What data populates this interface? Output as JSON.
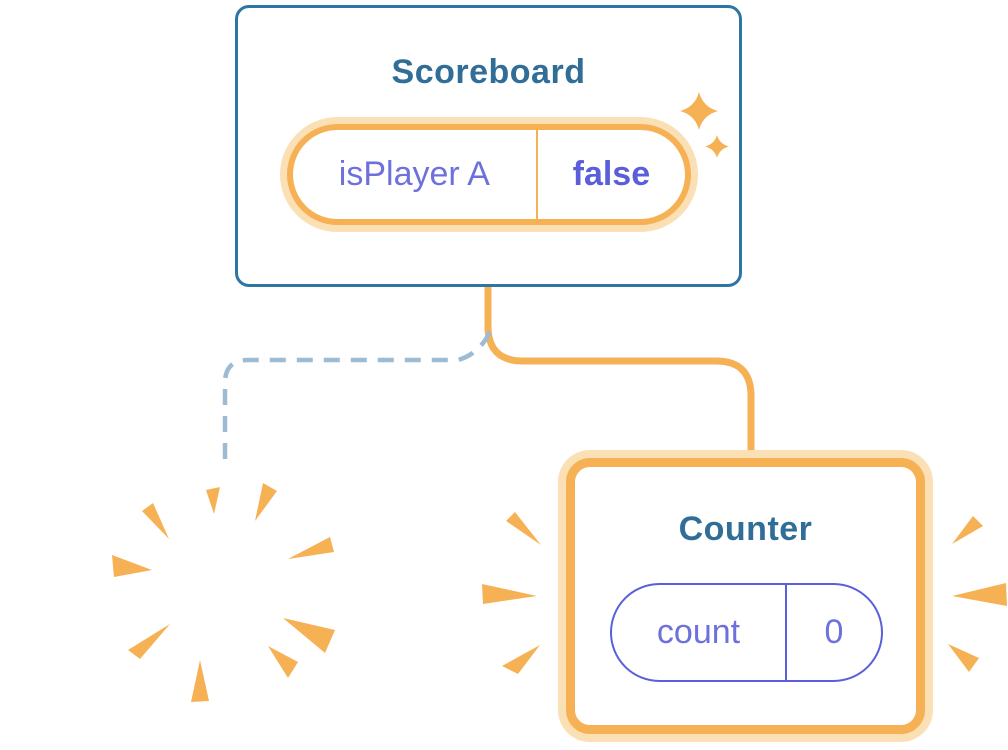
{
  "colors": {
    "card_border_blue": "#2E75A3",
    "title_blue": "#306E98",
    "orange": "#F7B155",
    "orange_halo": "#FBE0B5",
    "purple_label": "#6E71DC",
    "purple_value": "#5A5FD9",
    "pill_border_purple": "#5A60DB",
    "dashed_blue": "#9DBBD3",
    "card_background": "#FFFFFF"
  },
  "scoreboard": {
    "title": "Scoreboard",
    "state_pill": {
      "label": "isPlayer A",
      "value": "false"
    }
  },
  "counter": {
    "title": "Counter",
    "state_pill": {
      "label": "count",
      "value": "0"
    }
  },
  "icons": {
    "sparkles": "sparkles-icon (new state created)",
    "explosion": "poof-explosion-icon (component destroyed)",
    "emphasis": "emphasis-burst-icon (component re-mounted)"
  }
}
